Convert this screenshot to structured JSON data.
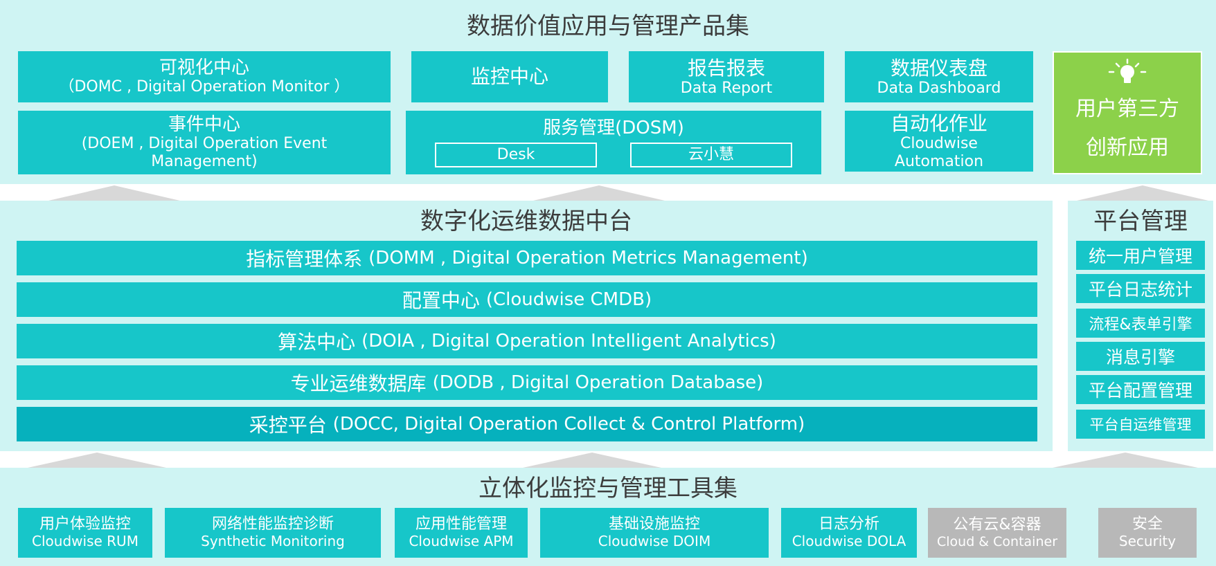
{
  "top_layer": {
    "title": "数据价值应用与管理产品集",
    "visual_center": {
      "name": "可视化中心",
      "sub": "（DOMC , Digital Operation Monitor ）"
    },
    "monitor_center": {
      "name": "监控中心"
    },
    "report": {
      "name": "报告报表",
      "sub": "Data Report"
    },
    "dashboard": {
      "name": "数据仪表盘",
      "sub": "Data Dashboard"
    },
    "event_center": {
      "name": "事件中心",
      "sub": "(DOEM , Digital Operation Event Management)"
    },
    "service_mgmt": {
      "name": "服务管理(DOSM)",
      "items": [
        "Desk",
        "云小慧"
      ]
    },
    "automation": {
      "name": "自动化作业",
      "sub": "Cloudwise Automation"
    },
    "third_party": {
      "line1": "用户第三方",
      "line2": "创新应用",
      "icon": "lightbulb-icon"
    }
  },
  "middle_layer": {
    "title": "数字化运维数据中台",
    "bars": [
      {
        "name": "指标管理体系",
        "sub": "(DOMM , Digital Operation Metrics Management)"
      },
      {
        "name": "配置中心",
        "sub": "(Cloudwise CMDB)"
      },
      {
        "name": "算法中心",
        "sub": "(DOIA , Digital Operation Intelligent Analytics)"
      },
      {
        "name": "专业运维数据库",
        "sub": "(DODB  , Digital Operation Database)"
      },
      {
        "name": "采控平台",
        "sub": "(DOCC, Digital Operation Collect & Control Platform)"
      }
    ]
  },
  "platform_mgmt": {
    "title": "平台管理",
    "items": [
      "统一用户管理",
      "平台日志统计",
      "流程&表单引擎",
      "消息引擎",
      "平台配置管理",
      "平台自运维管理"
    ]
  },
  "bottom_layer": {
    "title": "立体化监控与管理工具集",
    "tools": [
      {
        "name": "用户体验监控",
        "sub": "Cloudwise RUM"
      },
      {
        "name": "网络性能监控诊断",
        "sub": "Synthetic Monitoring"
      },
      {
        "name": "应用性能管理",
        "sub": "Cloudwise APM"
      },
      {
        "name": "基础设施监控",
        "sub": "Cloudwise DOIM"
      },
      {
        "name": "日志分析",
        "sub": "Cloudwise DOLA"
      },
      {
        "name": "公有云&容器",
        "sub": "Cloud & Container"
      },
      {
        "name": "安全",
        "sub": "Security"
      }
    ]
  },
  "colors": {
    "panel_bg": "#cff4f3",
    "box": "#17c6c9",
    "box_dark": "#06b1bd",
    "box_grey": "#b8b8b8",
    "box_green": "#8cd14a",
    "title_text": "#3c3c3c"
  }
}
